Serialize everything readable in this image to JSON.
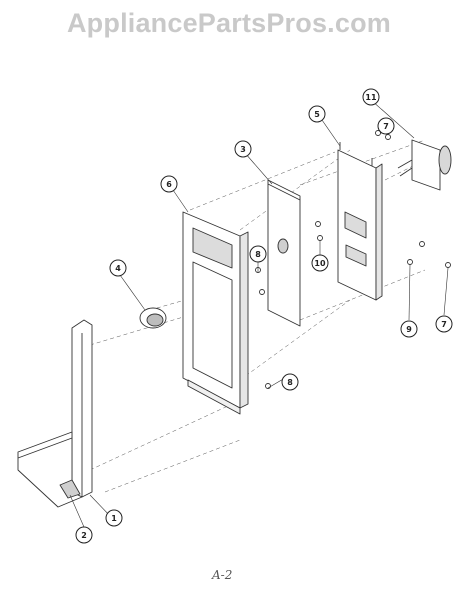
{
  "watermark": "AppliancePartsPros.com",
  "page_number": "A-2",
  "callouts": [
    "1",
    "2",
    "3",
    "4",
    "5",
    "6",
    "7",
    "8",
    "9",
    "10",
    "11"
  ]
}
